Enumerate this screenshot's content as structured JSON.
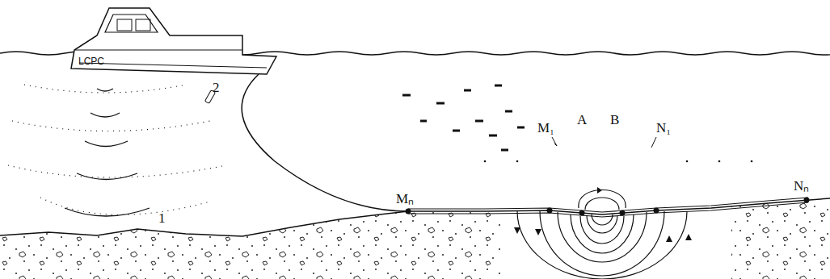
{
  "diagram": {
    "labels": [
      "LCPC",
      "2",
      "1",
      "Mₙ",
      "M₁",
      "A",
      "B",
      "N₁",
      "Nₙ"
    ]
  }
}
